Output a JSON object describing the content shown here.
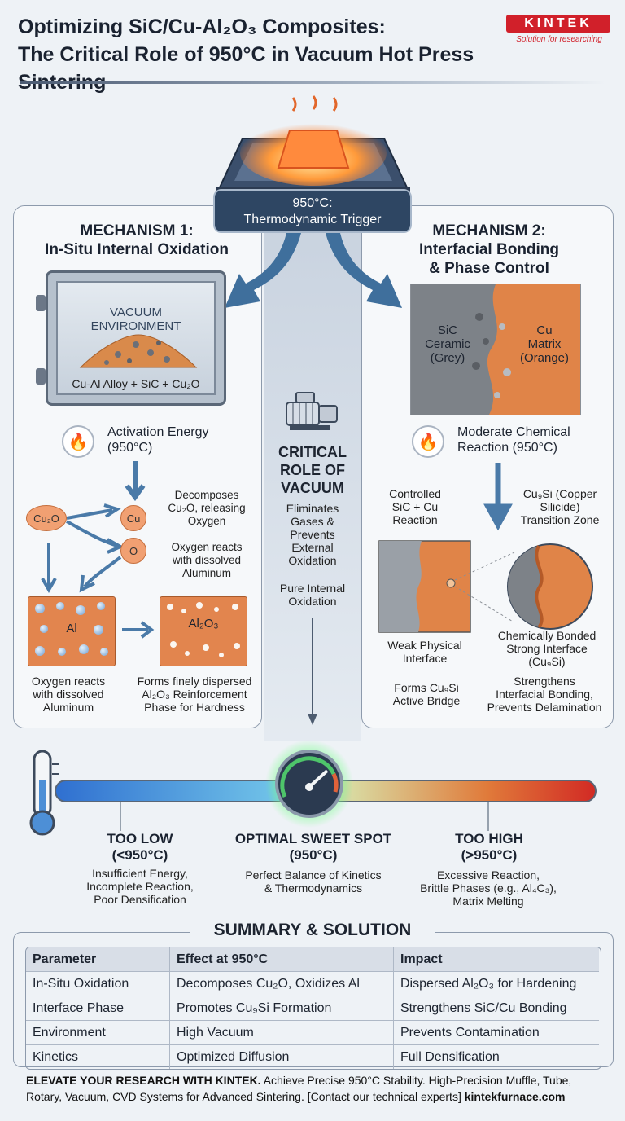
{
  "header": {
    "title_line1": "Optimizing SiC/Cu-Al₂O₃ Composites:",
    "title_line2": "The Critical Role of 950°C in Vacuum Hot Press Sintering",
    "logo_text": "KINTEK",
    "logo_tagline": "Solution for researching"
  },
  "trigger": {
    "line1": "950°C:",
    "line2": "Thermodynamic Trigger"
  },
  "mech1": {
    "title1": "MECHANISM 1:",
    "title2": "In-Situ Internal Oxidation",
    "vacuum1": "VACUUM",
    "vacuum2": "ENVIRONMENT",
    "mix": "Cu-Al Alloy + SiC + Cu₂O",
    "activation1": "Activation Energy",
    "activation2": "(950°C)",
    "cu2o": "Cu₂O",
    "cu": "Cu",
    "o": "O",
    "decomp1": "Decomposes",
    "decomp2": "Cu₂O, releasing",
    "decomp3": "Oxygen",
    "react1": "Oxygen reacts",
    "react2": "with dissolved",
    "react3": "Aluminum",
    "al": "Al",
    "al2o3": "Al₂O₃",
    "cap1a": "Oxygen reacts",
    "cap1b": "with dissolved",
    "cap1c": "Aluminum",
    "cap2a": "Forms finely dispersed",
    "cap2b": "Al₂O₃ Reinforcement",
    "cap2c": "Phase for Hardness"
  },
  "vacuum_role": {
    "t1": "CRITICAL",
    "t2": "ROLE OF",
    "t3": "VACUUM",
    "d1": "Eliminates",
    "d2": "Gases &",
    "d3": "Prevents",
    "d4": "External",
    "d5": "Oxidation",
    "p1": "Pure Internal",
    "p2": "Oxidation"
  },
  "mech2": {
    "title1": "MECHANISM 2:",
    "title2": "Interfacial Bonding",
    "title3": "& Phase Control",
    "sic1": "SiC",
    "sic2": "Ceramic",
    "sic3": "(Grey)",
    "cu1": "Cu",
    "cu2": "Matrix",
    "cu3": "(Orange)",
    "reaction1": "Moderate Chemical",
    "reaction2": "Reaction (950°C)",
    "ctrl1": "Controlled",
    "ctrl2": "SiC + Cu",
    "ctrl3": "Reaction",
    "sil1": "Cu₉Si (Copper",
    "sil2": "Silicide)",
    "sil3": "Transition Zone",
    "weak1": "Weak Physical",
    "weak2": "Interface",
    "chem1": "Chemically Bonded",
    "chem2": "Strong Interface",
    "chem3": "(Cu₉Si)",
    "bridge1": "Forms Cu₉Si",
    "bridge2": "Active Bridge",
    "str1": "Strengthens",
    "str2": "Interfacial Bonding,",
    "str3": "Prevents Delamination"
  },
  "scale": {
    "low_t1": "TOO LOW",
    "low_t2": "(<950°C)",
    "low_d1": "Insufficient Energy,",
    "low_d2": "Incomplete Reaction,",
    "low_d3": "Poor Densification",
    "opt_t1": "OPTIMAL SWEET SPOT",
    "opt_t2": "(950°C)",
    "opt_d1": "Perfect Balance of Kinetics",
    "opt_d2": "& Thermodynamics",
    "high_t1": "TOO HIGH",
    "high_t2": "(>950°C)",
    "high_d1": "Excessive Reaction,",
    "high_d2": "Brittle Phases (e.g., Al₄C₃),",
    "high_d3": "Matrix Melting"
  },
  "summary": {
    "title": "SUMMARY & SOLUTION",
    "headers": [
      "Parameter",
      "Effect at 950°C",
      "Impact"
    ],
    "rows": [
      [
        "In-Situ Oxidation",
        "Decomposes Cu₂O, Oxidizes Al",
        "Dispersed Al₂O₃ for Hardening"
      ],
      [
        "Interface Phase",
        "Promotes Cu₉Si Formation",
        "Strengthens SiC/Cu Bonding"
      ],
      [
        "Environment",
        "High Vacuum",
        "Prevents Contamination"
      ],
      [
        "Kinetics",
        "Optimized Diffusion",
        "Full Densification"
      ]
    ]
  },
  "footer": {
    "bold": "ELEVATE YOUR RESEARCH WITH KINTEK.",
    "text": " Achieve Precise 950°C Stability. High-Precision Muffle, Tube, Rotary, Vacuum, CVD Systems for Advanced Sintering. [Contact our technical experts] ",
    "link": "kintekfurnace.com"
  },
  "icons": [
    "flame-icon",
    "vacuum-pump-icon",
    "thermometer-icon",
    "gauge-icon",
    "furnace-icon"
  ]
}
